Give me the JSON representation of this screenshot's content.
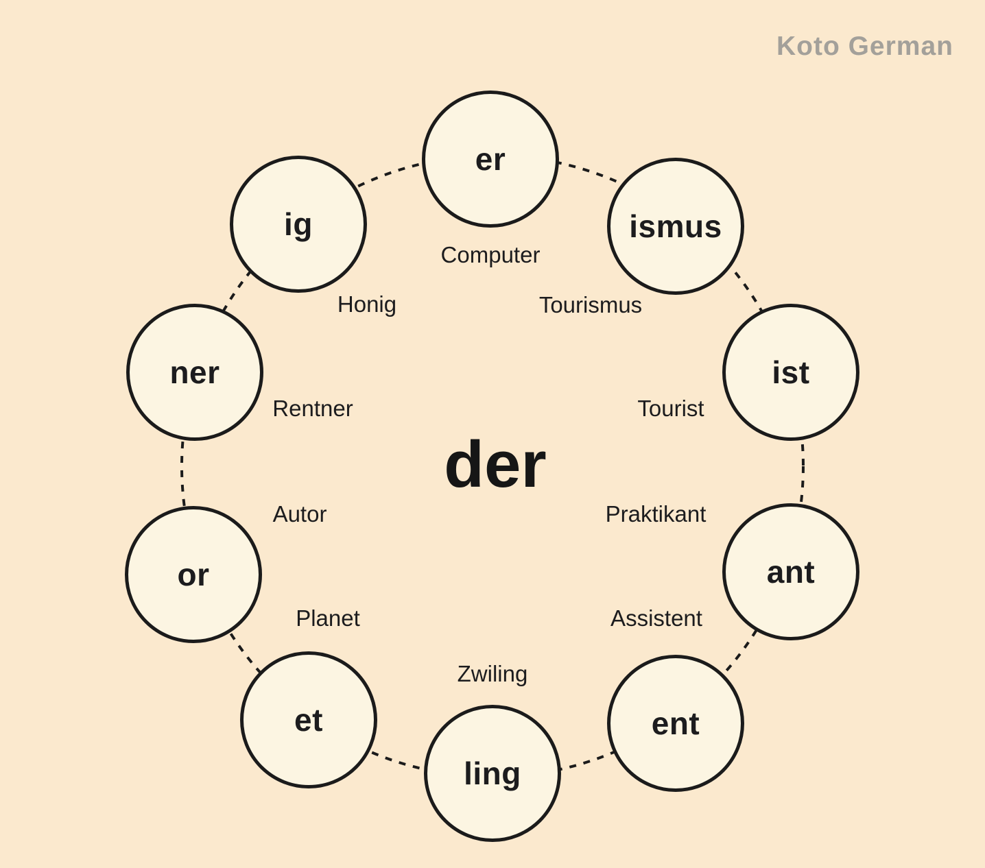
{
  "brand": {
    "logo_text": "Koto German"
  },
  "center": {
    "article": "der"
  },
  "nodes": [
    {
      "suffix": "er",
      "example": "Computer"
    },
    {
      "suffix": "ismus",
      "example": "Tourismus"
    },
    {
      "suffix": "ist",
      "example": "Tourist"
    },
    {
      "suffix": "ant",
      "example": "Praktikant"
    },
    {
      "suffix": "ent",
      "example": "Assistent"
    },
    {
      "suffix": "ling",
      "example": "Zwiling"
    },
    {
      "suffix": "et",
      "example": "Planet"
    },
    {
      "suffix": "or",
      "example": "Autor"
    },
    {
      "suffix": "ner",
      "example": "Rentner"
    },
    {
      "suffix": "ig",
      "example": "Honig"
    }
  ],
  "colors": {
    "background": "#FBE9CE",
    "circle_fill": "#FCF5E2",
    "stroke": "#1B1B1B",
    "text": "#1C1C1E",
    "logo_gray": "#A3A09A"
  }
}
